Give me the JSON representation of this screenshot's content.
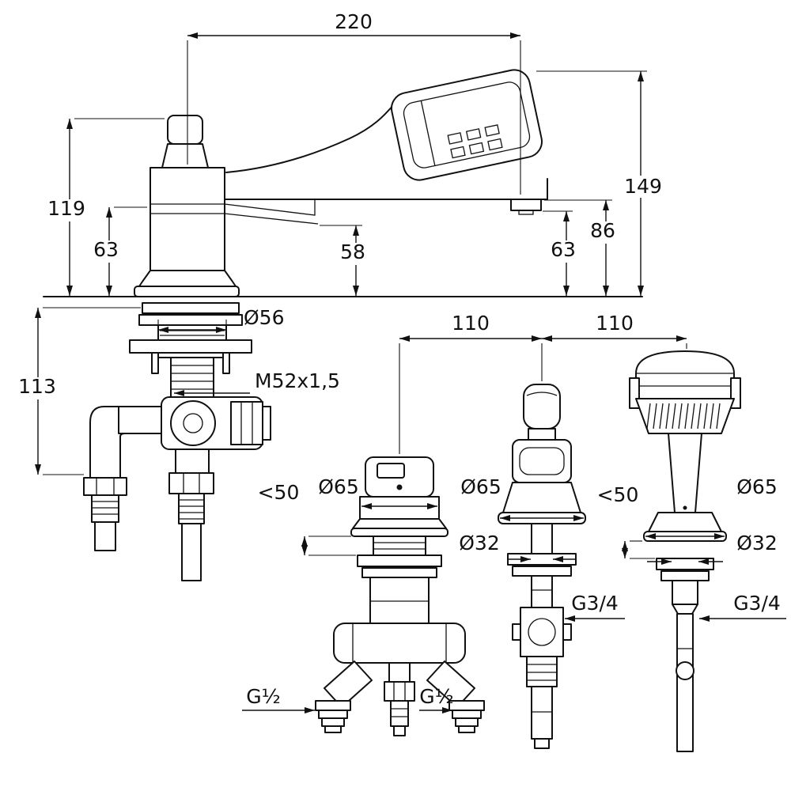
{
  "labels": {
    "dim220": "220",
    "dim149": "149",
    "dim86": "86",
    "dim63_right": "63",
    "dim63_left": "63",
    "dim119": "119",
    "dim58": "58",
    "dim113": "113",
    "dia56": "Ø56",
    "thread_m52": "M52x1,5",
    "dim110_left": "110",
    "dim110_right": "110",
    "mixer_max50": "<50",
    "mixer_dia65": "Ø65",
    "mixer_g12_left": "G½",
    "mixer_g12_right": "G½",
    "handle_dia65": "Ø65",
    "handle_dia32": "Ø32",
    "handle_g34": "G3/4",
    "shower_max50": "<50",
    "shower_dia65": "Ø65",
    "shower_dia32": "Ø32",
    "shower_g34": "G3/4"
  }
}
